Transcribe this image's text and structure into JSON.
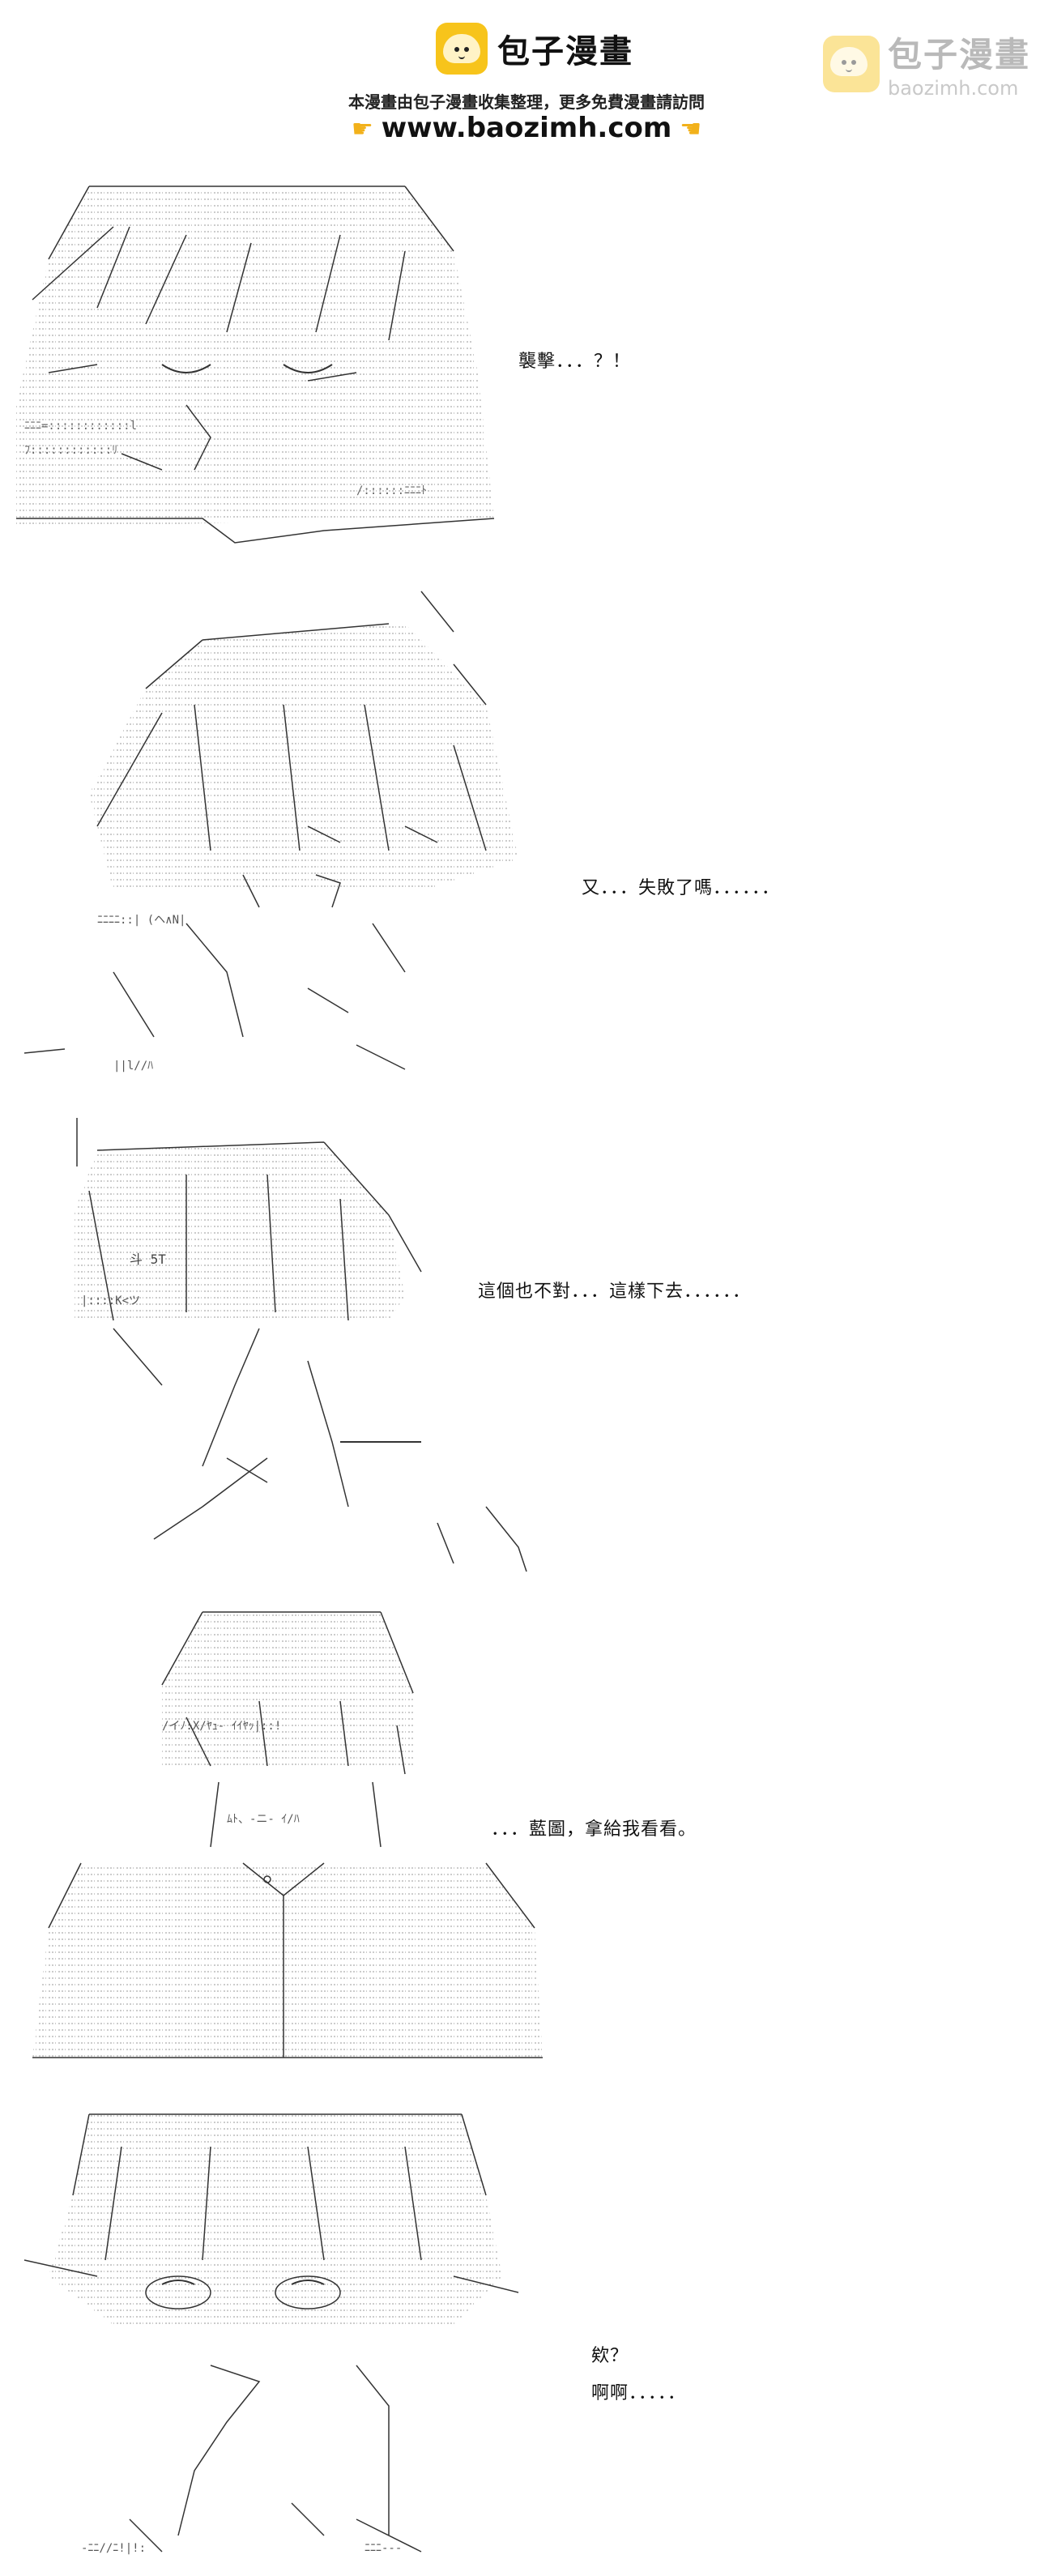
{
  "header": {
    "brand_name": "包子漫畫",
    "notice": "本漫畫由包子漫畫收集整理，更多免費漫畫請訪問",
    "url": "www.baozimh.com",
    "hand_icon": "pointing-hand-icon",
    "logo_icon": "bun-logo-icon"
  },
  "watermark": {
    "name": "包子漫畫",
    "url": "baozimh.com"
  },
  "panels": [
    {
      "dialogue": [
        "襲擊．．．？！"
      ]
    },
    {
      "dialogue": [
        "又．．．失敗了嗎．．．．．．"
      ]
    },
    {
      "dialogue": [
        "這個也不對．．．這樣下去．．．．．．"
      ]
    },
    {
      "dialogue": [
        "．．．藍圖，拿給我看看。"
      ]
    },
    {
      "dialogue": [
        "欸？",
        "啊啊．．．．．"
      ]
    }
  ],
  "colors": {
    "logo_yellow": "#f7c41b",
    "ink": "#111111",
    "hatch": "#999999"
  }
}
